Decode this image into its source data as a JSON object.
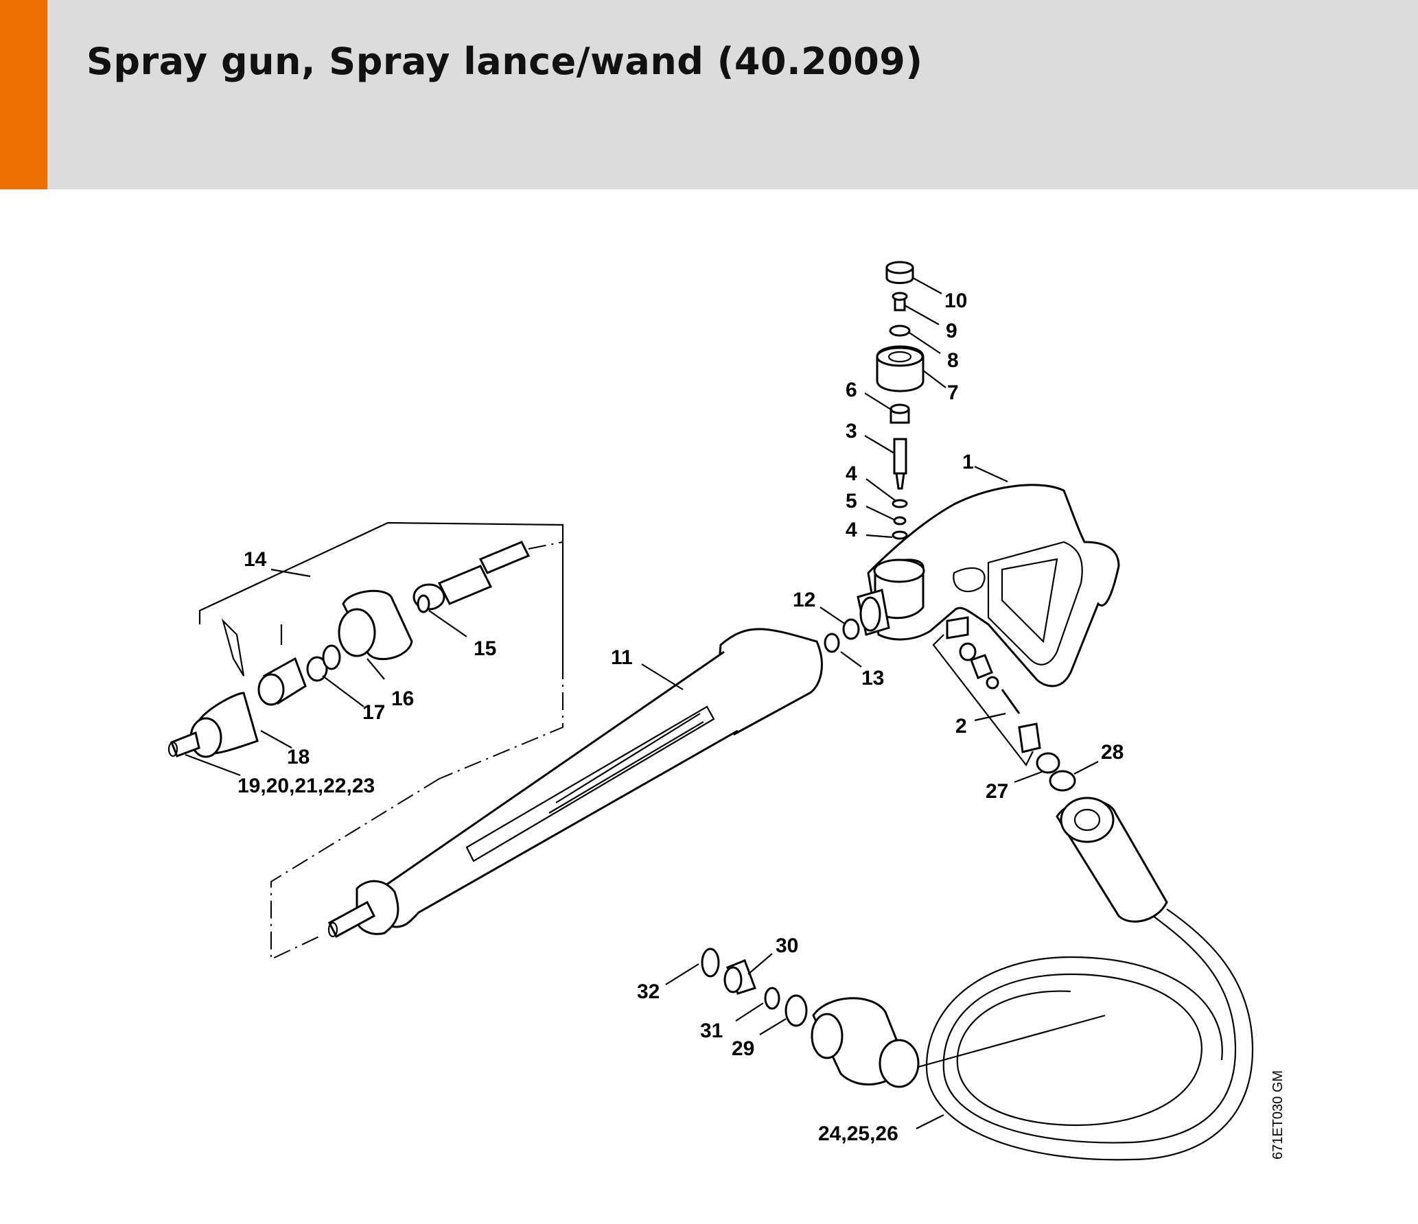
{
  "header": {
    "title": "Spray gun, Spray lance/wand (40.2009)",
    "accent_color": "#ee7000",
    "background_color": "#dcdcdc"
  },
  "diagram": {
    "drawing_code": "671ET030 GM",
    "callouts": {
      "c1": "1",
      "c2": "2",
      "c3": "3",
      "c4a": "4",
      "c4b": "4",
      "c5": "5",
      "c6": "6",
      "c7": "7",
      "c8": "8",
      "c9": "9",
      "c10": "10",
      "c11": "11",
      "c12": "12",
      "c13": "13",
      "c14": "14",
      "c15": "15",
      "c16": "16",
      "c17": "17",
      "c18": "18",
      "c19_23": "19,20,21,22,23",
      "c24_26": "24,25,26",
      "c27": "27",
      "c28": "28",
      "c29": "29",
      "c30": "30",
      "c31": "31",
      "c32": "32"
    }
  }
}
